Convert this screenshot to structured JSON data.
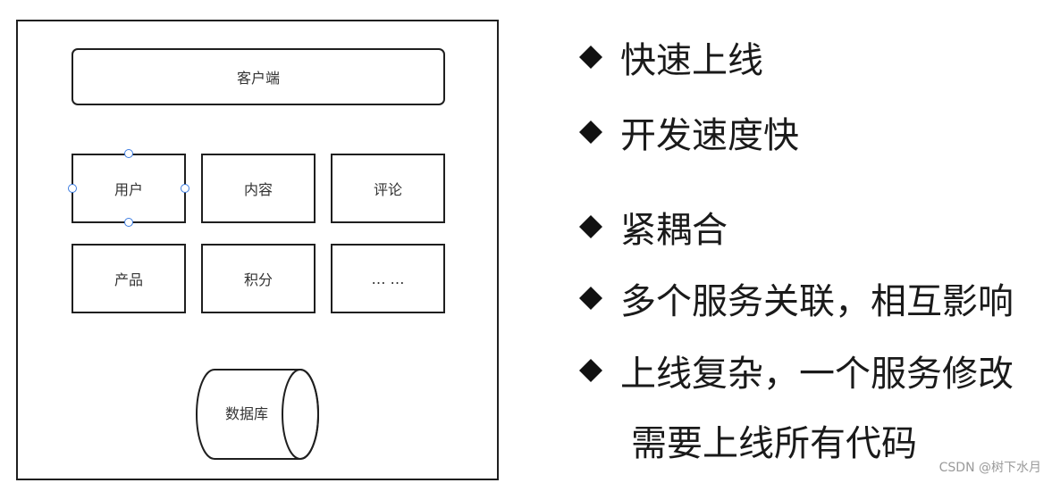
{
  "diagram": {
    "client": "客户端",
    "modules": [
      "用户",
      "内容",
      "评论",
      "产品",
      "积分",
      "… …"
    ],
    "database": "数据库"
  },
  "bullets": [
    "快速上线",
    "开发速度快",
    "紧耦合",
    "多个服务关联，相互影响",
    "上线复杂，一个服务修改"
  ],
  "bullet_continuation": "需要上线所有代码",
  "watermark": "CSDN @树下水月",
  "colors": {
    "border": "#1f1f1f",
    "selection_handle": "#3b7be0"
  }
}
